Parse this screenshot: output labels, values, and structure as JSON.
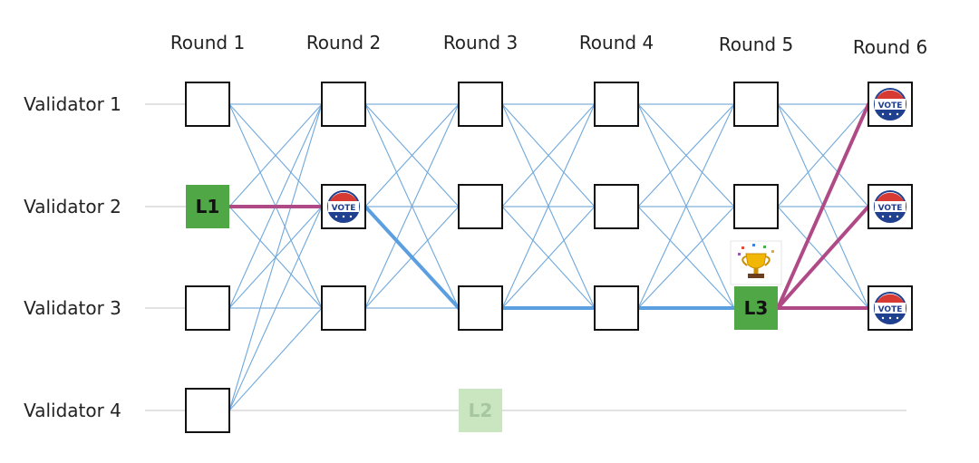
{
  "rounds": [
    "Round 1",
    "Round 2",
    "Round 3",
    "Round 4",
    "Round 5",
    "Round 6"
  ],
  "validators": [
    "Validator 1",
    "Validator 2",
    "Validator 3",
    "Validator 4"
  ],
  "leaders": [
    {
      "label": "L1",
      "round": 1,
      "validator": 2,
      "faded": false
    },
    {
      "label": "L2",
      "round": 3,
      "validator": 4,
      "faded": true
    },
    {
      "label": "L3",
      "round": 5,
      "validator": 3,
      "faded": false
    }
  ],
  "vote_badge_text": "VOTE",
  "vote_badges": [
    {
      "round": 2,
      "validator": 2
    },
    {
      "round": 6,
      "validator": 1
    },
    {
      "round": 6,
      "validator": 2
    },
    {
      "round": 6,
      "validator": 3
    }
  ],
  "trophy": {
    "round": 5,
    "validator": 3,
    "icon": "trophy-icon"
  },
  "colors": {
    "edge": "#6fa8dc",
    "edge_highlight": "#5b9fe0",
    "vote_edge": "#b04a86",
    "leader": "#4fa845",
    "leader_faded": "#c9e6c1",
    "box_stroke": "#111111",
    "lane": "#d0d0d0"
  }
}
